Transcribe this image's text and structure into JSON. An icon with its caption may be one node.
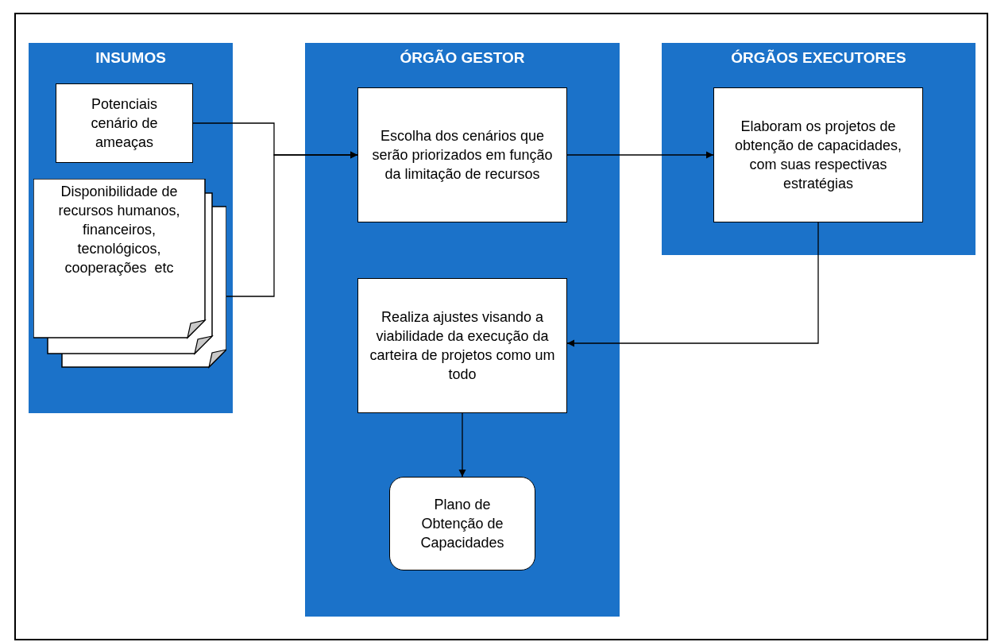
{
  "diagram": {
    "nodes": [
      {
        "text": [
          "INSUMOS"
        ]
      },
      {
        "text": [
          "Potenciais cenário de ameaças"
        ],
        "in": 0
      },
      {
        "text": [
          "Disponibilidade de recursos humanos, financeiros, tecnológicos, cooperações  etc"
        ],
        "in": 0
      },
      {
        "text": [
          "ÓRGÃO GESTOR"
        ]
      },
      {
        "text": [
          "Escolha dos cenários que serão priorizados em função da limitação de recursos"
        ],
        "in": 3
      },
      {
        "text": [
          "Realiza ajustes visando a viabilidade da execução da carteira de projetos como um todo"
        ],
        "in": 3
      },
      {
        "text": [
          "Plano de Obtenção de Capacidades"
        ],
        "in": 3
      },
      {
        "text": [
          "ÓRGÃOS EXECUTORES"
        ]
      },
      {
        "text": [
          "Elaboram os projetos de obtenção de capacidades, com suas respectivas estratégias"
        ],
        "in": 7
      }
    ],
    "edges": [
      {
        "from": 1,
        "to": 4,
        "arrow": "to"
      },
      {
        "from": 2,
        "to": 4,
        "arrow": "to"
      },
      {
        "from": 4,
        "to": 8,
        "arrow": "to"
      },
      {
        "from": 8,
        "to": 5,
        "arrow": "to"
      },
      {
        "from": 5,
        "to": 6,
        "arrow": "to"
      }
    ]
  }
}
